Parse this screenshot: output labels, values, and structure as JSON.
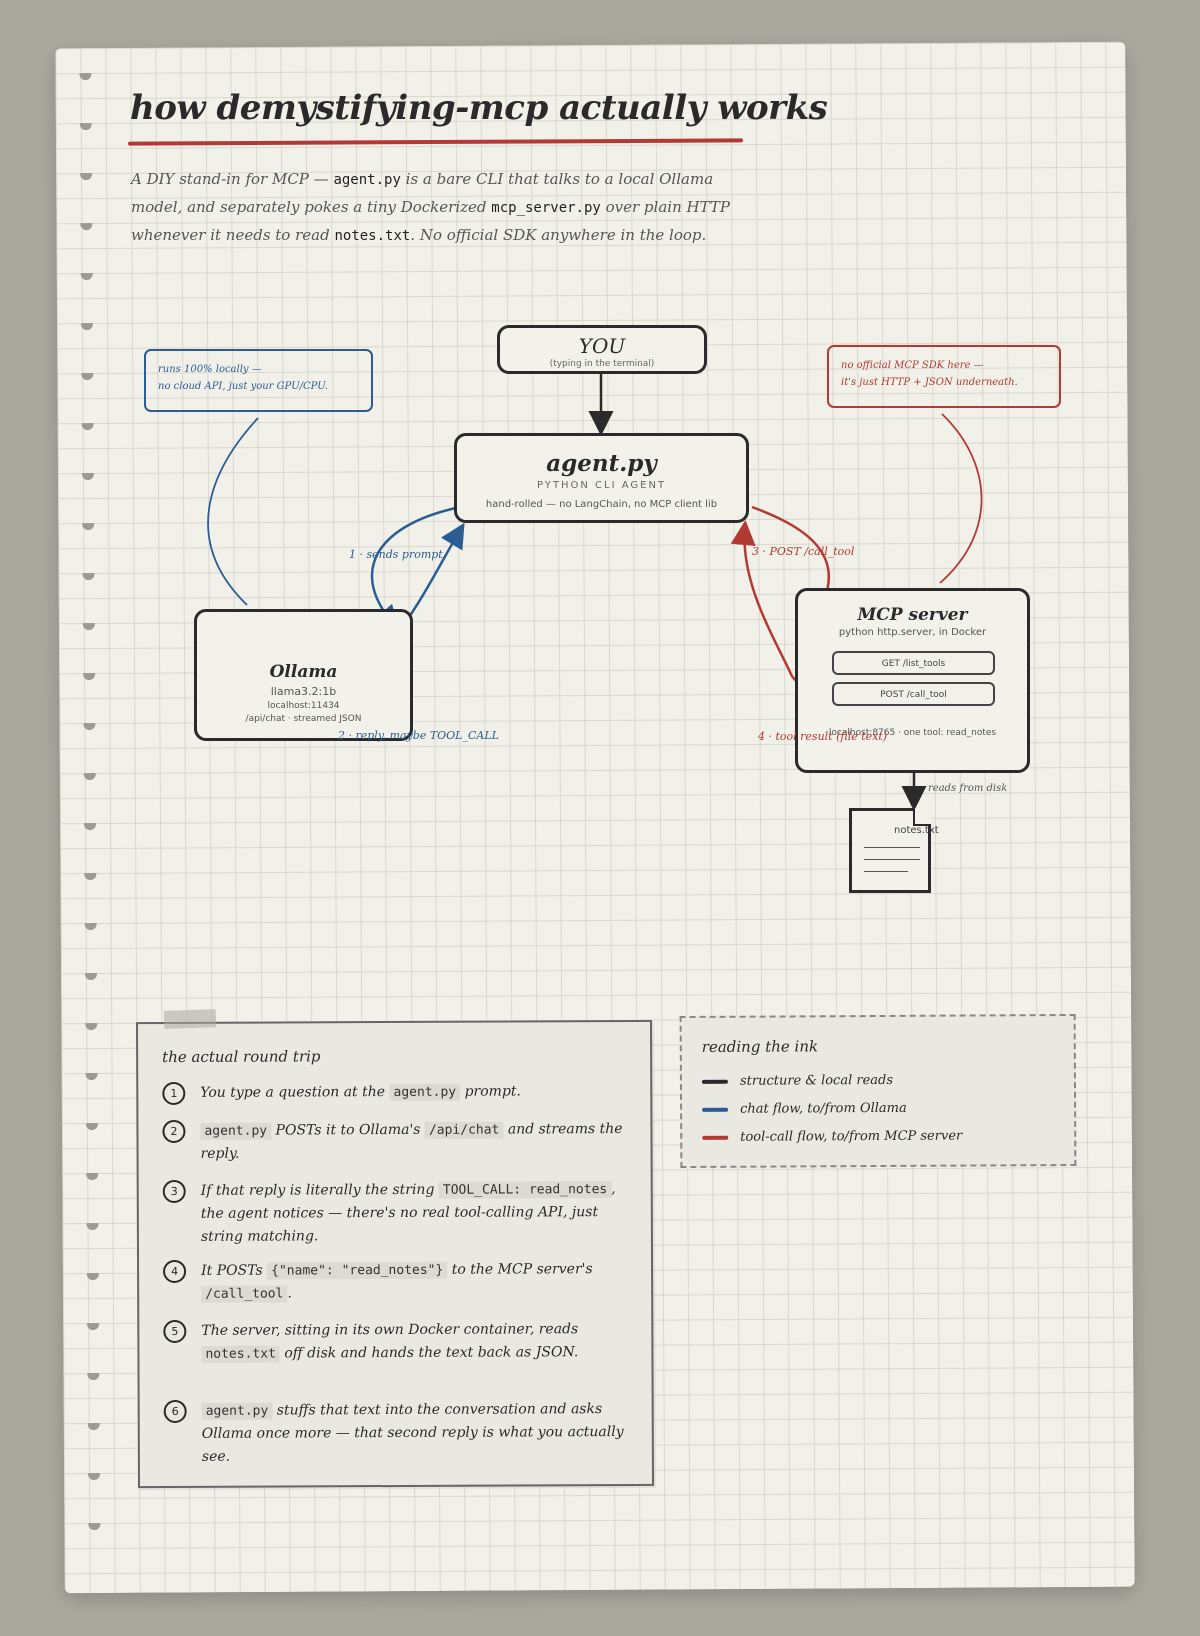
{
  "title": "how demystifying-mcp actually works",
  "intro": {
    "t1": "A DIY stand-in for MCP — ",
    "c1": "agent.py",
    "t2": " is a bare CLI that talks to a local Ollama model, and separately pokes a tiny Dockerized ",
    "c2": "mcp_server.py",
    "t3": " over plain HTTP whenever it needs to read ",
    "c3": "notes.txt",
    "t4": ". No official SDK anywhere in the loop."
  },
  "you": {
    "title": "YOU",
    "subtitle": "(typing in the terminal)"
  },
  "agent": {
    "title": "agent.py",
    "caption": "PYTHON CLI AGENT",
    "note": "hand-rolled — no LangChain, no MCP client lib"
  },
  "ollama": {
    "title": "Ollama",
    "model": "llama3.2:1b",
    "host": "localhost:11434",
    "endpoint": "/api/chat · streamed JSON"
  },
  "mcp": {
    "title": "MCP server",
    "subtitle": "python http.server, in Docker",
    "get": "GET /list_tools",
    "post": "POST /call_tool",
    "footer": "localhost:8765 · one tool: read_notes"
  },
  "notes_file": {
    "label": "notes.txt"
  },
  "annotations": {
    "blue_line1": "runs 100% locally —",
    "blue_line2": "no cloud API, just your GPU/CPU.",
    "red_line1": "no official MCP SDK here —",
    "red_line2": "it's just HTTP + JSON underneath."
  },
  "flow_labels": {
    "step1": "1 · sends prompt",
    "step2": "2 · reply, maybe TOOL_CALL",
    "step3": "3 · POST /call_tool",
    "step4": "4 · tool result (file text)",
    "disk": "reads from disk"
  },
  "trip": {
    "title": "the actual round trip",
    "steps": [
      {
        "num": "1",
        "t1": "You type a question at the ",
        "c1": "agent.py",
        "t2": " prompt."
      },
      {
        "num": "2",
        "c1": "agent.py",
        "t1": " POSTs it to Ollama's ",
        "c2": "/api/chat",
        "t2": " and streams the reply."
      },
      {
        "num": "3",
        "t1": "If that reply is literally the string ",
        "c1": "TOOL_CALL: read_notes",
        "t2": ", the agent notices — there's no real tool-calling API, just string matching."
      },
      {
        "num": "4",
        "t1": "It POSTs ",
        "c1": "{\"name\": \"read_notes\"}",
        "t2": " to the MCP server's ",
        "c2": "/call_tool",
        "t3": "."
      },
      {
        "num": "5",
        "t1": "The server, sitting in its own Docker container, reads ",
        "c1": "notes.txt",
        "t2": " off disk and hands the text back as JSON."
      },
      {
        "num": "6",
        "c1": "agent.py",
        "t1": " stuffs that text into the conversation and asks Ollama once more — that second reply is what you actually see."
      }
    ]
  },
  "legend": {
    "title": "reading the ink",
    "items": [
      {
        "label": "structure & local reads",
        "color": "#2a2a2a"
      },
      {
        "label": "chat flow, to/from Ollama",
        "color": "#2b5d94"
      },
      {
        "label": "tool-call flow, to/from MCP server",
        "color": "#b23a32"
      }
    ]
  },
  "colors": {
    "ink": "#2a2a2a",
    "blue": "#2b5d94",
    "red": "#b23a32",
    "paper": "#f1f0e9"
  }
}
